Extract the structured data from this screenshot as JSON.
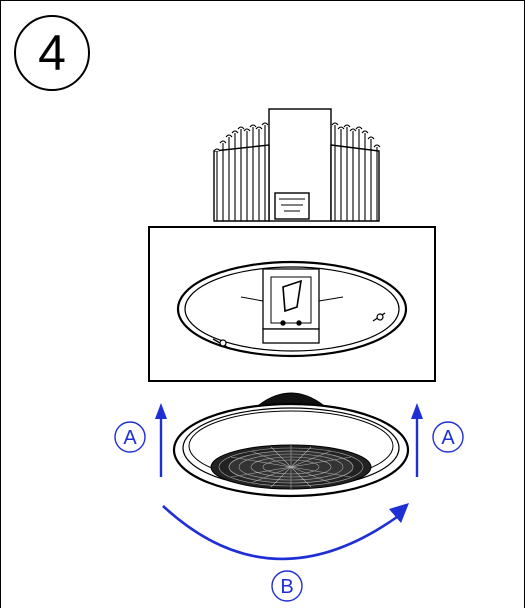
{
  "step": {
    "number": "4"
  },
  "labels": {
    "left_arrow": "A",
    "right_arrow": "A",
    "rotation": "B"
  },
  "colors": {
    "arrow": "#1f2fd6",
    "line": "#000000"
  },
  "icons": {
    "step_badge": "step-number-circle",
    "lift_arrow": "arrow-up-icon",
    "rotate_arrow": "curved-arrow-icon"
  }
}
